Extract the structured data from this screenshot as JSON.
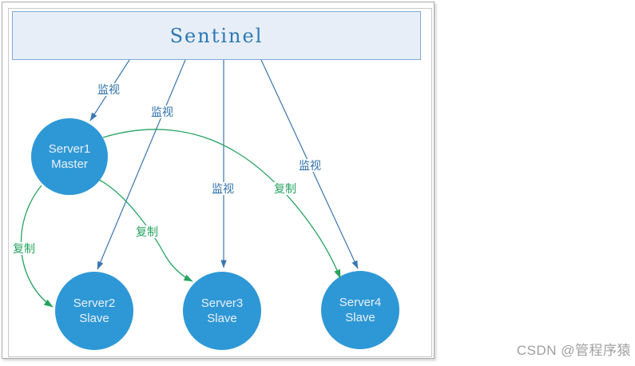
{
  "title": {
    "text": "Sentinel"
  },
  "nodes": [
    {
      "id": "server1",
      "label": "Server1",
      "role": "Master"
    },
    {
      "id": "server2",
      "label": "Server2",
      "role": "Slave"
    },
    {
      "id": "server3",
      "label": "Server3",
      "role": "Slave"
    },
    {
      "id": "server4",
      "label": "Server4",
      "role": "Slave"
    }
  ],
  "connections": [
    {
      "from": "Sentinel",
      "to": "Server1 Master",
      "label": "监视"
    },
    {
      "from": "Sentinel",
      "to": "Server2 Slave",
      "label": "监视"
    },
    {
      "from": "Sentinel",
      "to": "Server3 Slave",
      "label": "监视"
    },
    {
      "from": "Sentinel",
      "to": "Server4 Slave",
      "label": "监视"
    },
    {
      "from": "Server1 Master",
      "to": "Server2 Slave",
      "label": "复制"
    },
    {
      "from": "Server1 Master",
      "to": "Server3 Slave",
      "label": "复制"
    },
    {
      "from": "Server1 Master",
      "to": "Server4 Slave",
      "label": "复制"
    }
  ],
  "watermark": {
    "text": "CSDN @管程序猿"
  },
  "colors": {
    "node_fill": "#2e98d6",
    "node_text": "#eaf0f5",
    "monitor_line": "#3b76ae",
    "monitor_label": "#2c6fa8",
    "replicate_line": "#25a35f",
    "sentinel_box_fill": "#e8eef7",
    "sentinel_box_border": "#7fabd9",
    "sentinel_title": "#2b79b5",
    "frame_border": "#ababab",
    "watermark_text": "#a0a0a0"
  }
}
